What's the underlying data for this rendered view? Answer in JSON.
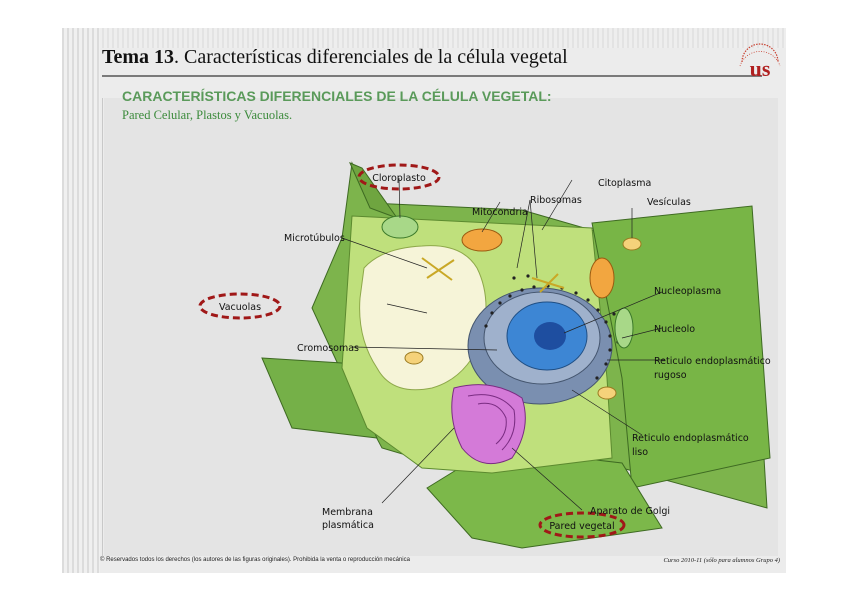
{
  "header": {
    "title_num": "Tema 13",
    "title_rest": ". Características diferenciales de la célula vegetal"
  },
  "subheading": {
    "main": "CARACTERÍSTICAS DIFERENCIALES DE LA CÉLULA VEGETAL:",
    "sub": "Pared Celular, Plastos y Vacuolas."
  },
  "diagram": {
    "labels": {
      "cloroplasto": "Cloroplasto",
      "citoplasma": "Citoplasma",
      "ribosomas": "Ribosomas",
      "mitocondria": "Mitocondria",
      "vesiculas": "Vesículas",
      "microtubulos": "Microtúbulos",
      "vacuolas": "Vacuolas",
      "nucleoplasma": "Nucleoplasma",
      "nucleolo": "Nucleolo",
      "cromosomas": "Cromosomas",
      "reticulo_rugoso_1": "Reticulo endoplasmático",
      "reticulo_rugoso_2": "rugoso",
      "reticulo_liso_1": "Reticulo endoplasmático",
      "reticulo_liso_2": "liso",
      "membrana_1": "Membrana",
      "membrana_2": "plasmática",
      "golgi": "Aparato de Golgi",
      "pared": "Pared vegetal"
    },
    "highlight_color": "#a01818"
  },
  "footer": {
    "left": "© Reservados todos los derechos (los autores de las figuras originales). Prohibida la venta o reproducción mecánica",
    "right": "Curso 2010-11 (sólo para alumnos Grupo 4)"
  },
  "logo": {
    "mark": "us",
    "color": "#b02020"
  }
}
